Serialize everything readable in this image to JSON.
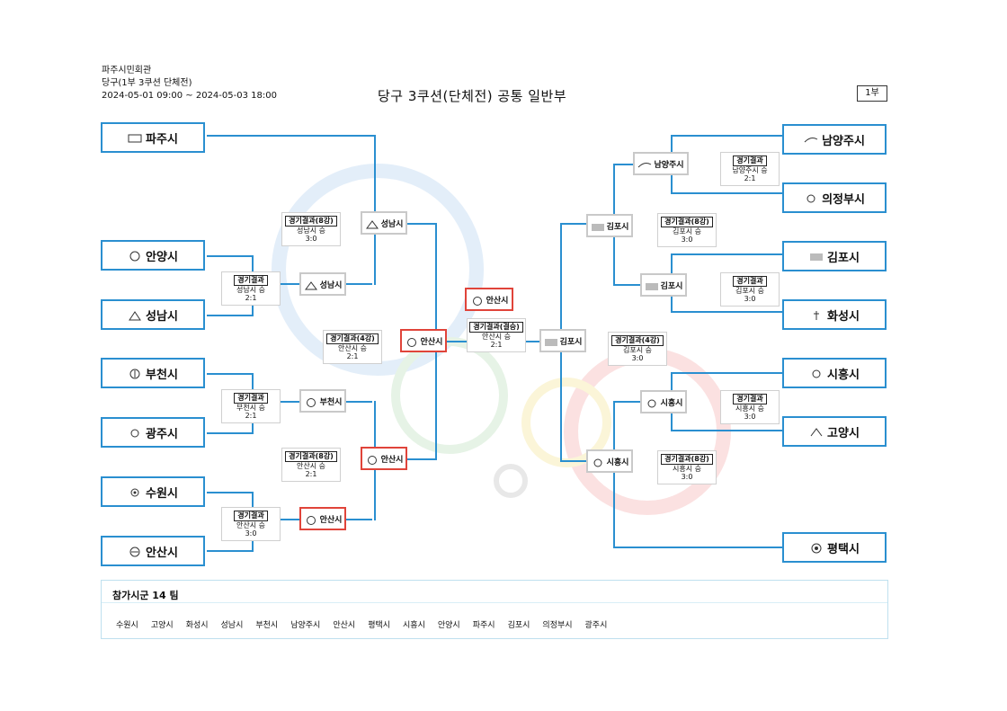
{
  "header": {
    "venue": "파주시민회관",
    "event": "당구(1부 3쿠션 단체전)",
    "period": "2024-05-01 09:00 ~ 2024-05-03 18:00",
    "title": "당구 3쿠션(단체전) 공통 일반부",
    "division": "1부"
  },
  "colors": {
    "line": "#2a8fd0",
    "winner_highlight": "#e0443a",
    "box_border": "#c9c9c9"
  },
  "left_teams": [
    "파주시",
    "안양시",
    "성남시",
    "부천시",
    "광주시",
    "수원시",
    "안산시"
  ],
  "right_teams": [
    "남양주시",
    "의정부시",
    "김포시",
    "화성시",
    "시흥시",
    "고양시",
    "평택시"
  ],
  "left_winners": [
    "성남시",
    "성남시",
    "부천시",
    "안산시",
    "안산시",
    "안산시"
  ],
  "right_winners": [
    "남양주시",
    "김포시",
    "김포시",
    "시흥시",
    "시흥시",
    "김포시"
  ],
  "champion": "안산시",
  "results": {
    "l_r1_a": {
      "tag": "경기결과",
      "line1": "성남시 승",
      "line2": "2:1"
    },
    "l_r1_b": {
      "tag": "경기결과",
      "line1": "부천시 승",
      "line2": "2:1"
    },
    "l_r1_c": {
      "tag": "경기결과",
      "line1": "안산시 승",
      "line2": "3:0"
    },
    "l_qf_a": {
      "tag": "경기결과(8강)",
      "line1": "성남시 승",
      "line2": "3:0"
    },
    "l_qf_b": {
      "tag": "경기결과(8강)",
      "line1": "안산시 승",
      "line2": "2:1"
    },
    "l_sf": {
      "tag": "경기결과(4강)",
      "line1": "안산시 승",
      "line2": "2:1"
    },
    "final": {
      "tag": "경기결과(결승)",
      "line1": "안산시 승",
      "line2": "2:1"
    },
    "r_r1_a": {
      "tag": "경기결과",
      "line1": "남양주시 승",
      "line2": "2:1"
    },
    "r_r1_b": {
      "tag": "경기결과",
      "line1": "김포시 승",
      "line2": "3:0"
    },
    "r_r1_c": {
      "tag": "경기결과",
      "line1": "시흥시 승",
      "line2": "3:0"
    },
    "r_qf_a": {
      "tag": "경기결과(8강)",
      "line1": "김포시 승",
      "line2": "3:0"
    },
    "r_qf_b": {
      "tag": "경기결과(8강)",
      "line1": "시흥시 승",
      "line2": "3:0"
    },
    "r_sf": {
      "tag": "경기결과(4강)",
      "line1": "김포시 승",
      "line2": "3:0"
    }
  },
  "participants": {
    "title": "참가시군 14 팀",
    "cities": [
      "수원시",
      "고양시",
      "화성시",
      "성남시",
      "부천시",
      "남양주시",
      "안산시",
      "평택시",
      "시흥시",
      "안양시",
      "파주시",
      "김포시",
      "의정부시",
      "광주시"
    ]
  }
}
